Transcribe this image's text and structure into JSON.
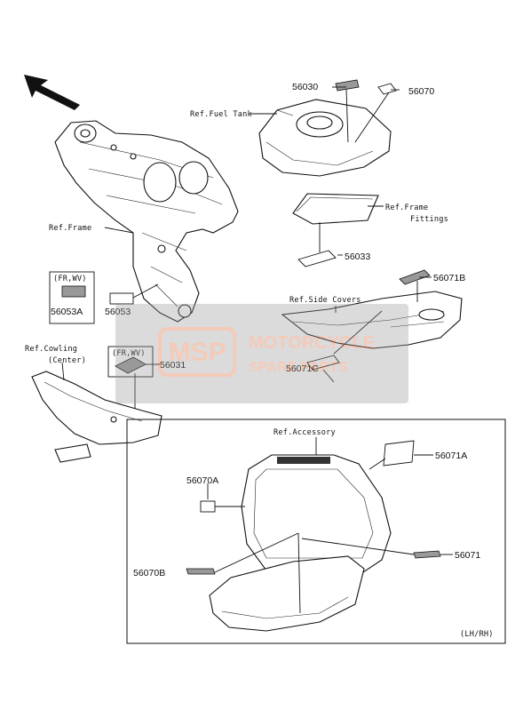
{
  "parts": {
    "p56030": "56030",
    "p56070": "56070",
    "p56033": "56033",
    "p56071B": "56071B",
    "p56053A": "56053A",
    "p56053": "56053",
    "p56031": "56031",
    "p56071C": "56071C",
    "p56070A": "56070A",
    "p56071A": "56071A",
    "p56071": "56071",
    "p56070B": "56070B"
  },
  "refs": {
    "fuel_tank": "Ref.Fuel Tank",
    "frame_fittings_1": "Ref.Frame",
    "frame_fittings_2": "Fittings",
    "frame": "Ref.Frame",
    "side_covers": "Ref.Side Covers",
    "cowling_1": "Ref.Cowling",
    "cowling_2": "(Center)",
    "accessory": "Ref.Accessory",
    "fr_wv_1": "(FR,WV)",
    "fr_wv_2": "(FR,WV)",
    "lh_rh": "(LH/RH)"
  },
  "watermark": {
    "logo": "MSP",
    "line1": "MOTORCYCLE",
    "line2": "SPARE PARTS",
    "color": "#e06a3a"
  }
}
